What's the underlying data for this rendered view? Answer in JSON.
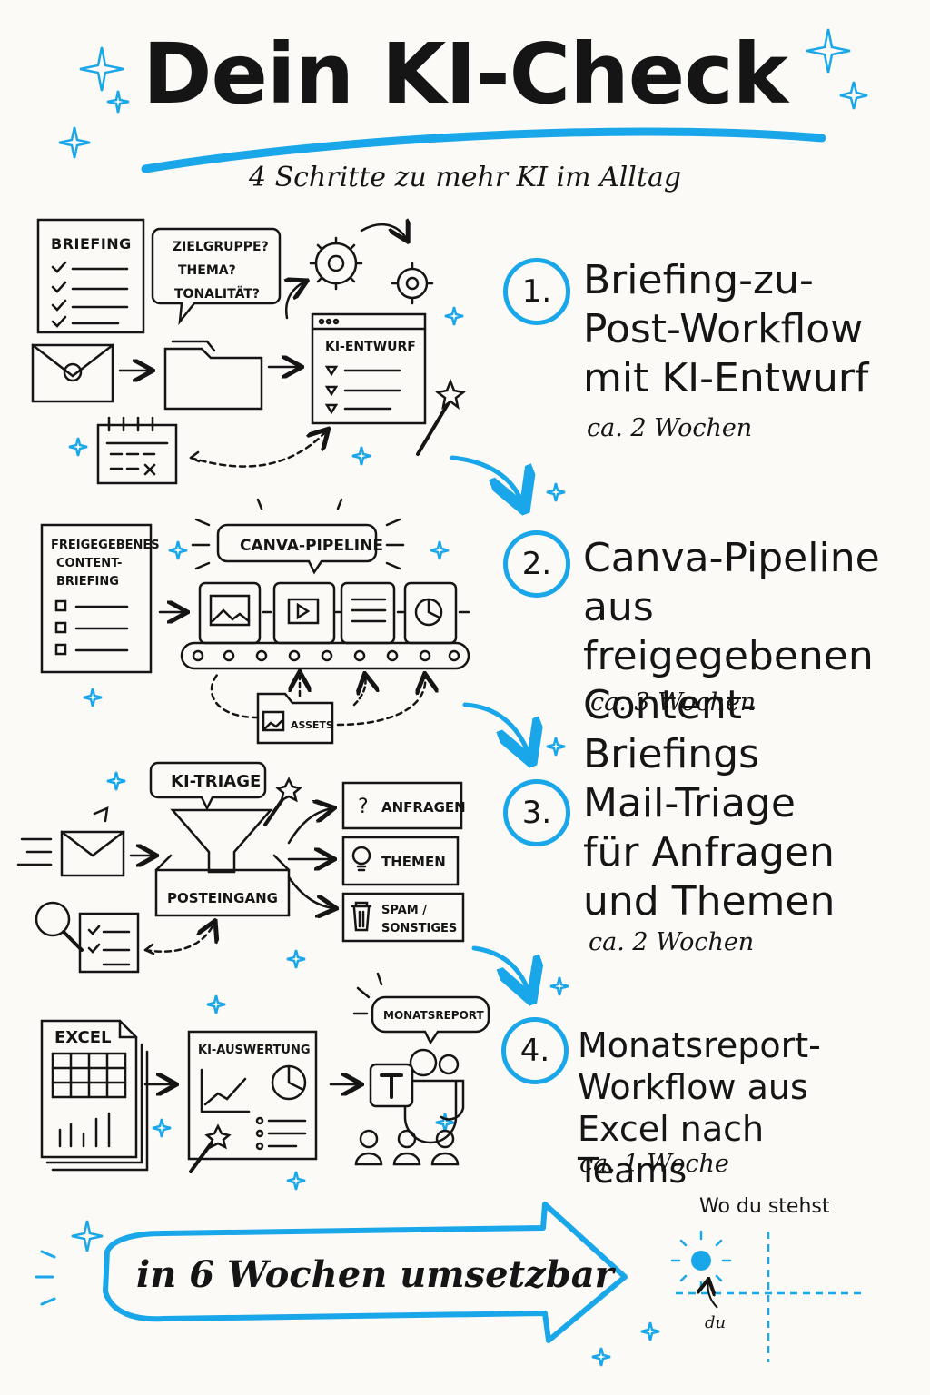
{
  "header": {
    "title": "Dein KI-Check",
    "subtitle": "4 Schritte zu mehr KI im Alltag"
  },
  "steps": [
    {
      "number": "1.",
      "title": "Briefing-zu-Post-Workflow mit KI-Entwurf",
      "duration": "ca. 2 Wochen"
    },
    {
      "number": "2.",
      "title": "Canva-Pipeline aus freigegebenen Content-Briefings",
      "duration": "ca. 3 Wochen"
    },
    {
      "number": "3.",
      "title": "Mail-Triage für Anfragen und Themen",
      "duration": "ca. 2 Wochen"
    },
    {
      "number": "4.",
      "title": "Monatsreport-Workflow aus Excel nach Teams",
      "duration": "ca. 1 Woche"
    }
  ],
  "illustrations": {
    "s1": {
      "doc": "BRIEFING",
      "bubble": [
        "ZIELGRUPPE?",
        "THEMA?",
        "TONALITÄT?"
      ],
      "window": "KI-ENTWURF"
    },
    "s2": {
      "doc": [
        "FREIGEGEBENES",
        "CONTENT-",
        "BRIEFING"
      ],
      "pipeline": "CANVA-PIPELINE",
      "assets": "ASSETS"
    },
    "s3": {
      "bubble": "KI-TRIAGE",
      "inbox": "POSTEINGANG",
      "cat1": "ANFRAGEN",
      "cat2": "THEMEN",
      "cat3a": "SPAM /",
      "cat3b": "SONSTIGES"
    },
    "s4": {
      "doc": "EXCEL",
      "panel": "KI-AUSWERTUNG",
      "bubble": "MONATSREPORT"
    }
  },
  "footer": {
    "cta": "in 6 Wochen umsetzbar",
    "where_label": "Wo du stehst",
    "you_label": "du"
  },
  "colors": {
    "accent": "#1aa7ea",
    "ink": "#151515",
    "paper": "#fbfaf6"
  }
}
